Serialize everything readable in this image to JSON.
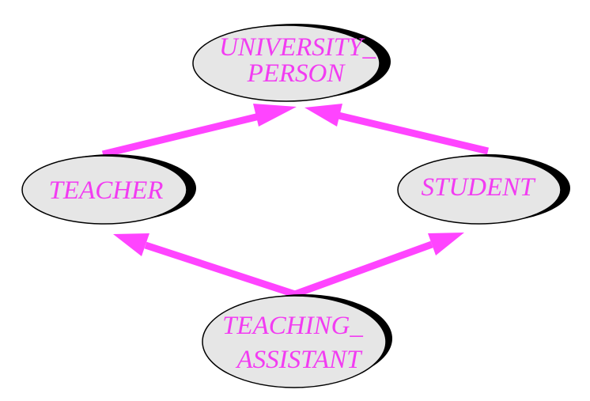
{
  "diagram": {
    "colors": {
      "node_fill": "#e6e6e6",
      "node_shadow": "#000000",
      "node_outline": "#000000",
      "label": "#f23cf2",
      "arrow": "#ff44ff"
    },
    "nodes": {
      "university_person": {
        "line1": "UNIVERSITY_",
        "line2": "PERSON"
      },
      "teacher": {
        "line1": "TEACHER"
      },
      "student": {
        "line1": "STUDENT"
      },
      "teaching_assistant": {
        "line1": "TEACHING_",
        "line2": "ASSISTANT"
      }
    },
    "edges": [
      {
        "from": "TEACHER",
        "to": "UNIVERSITY_PERSON"
      },
      {
        "from": "STUDENT",
        "to": "UNIVERSITY_PERSON"
      },
      {
        "from": "TEACHING_ASSISTANT",
        "to": "TEACHER"
      },
      {
        "from": "TEACHING_ASSISTANT",
        "to": "STUDENT"
      }
    ]
  }
}
